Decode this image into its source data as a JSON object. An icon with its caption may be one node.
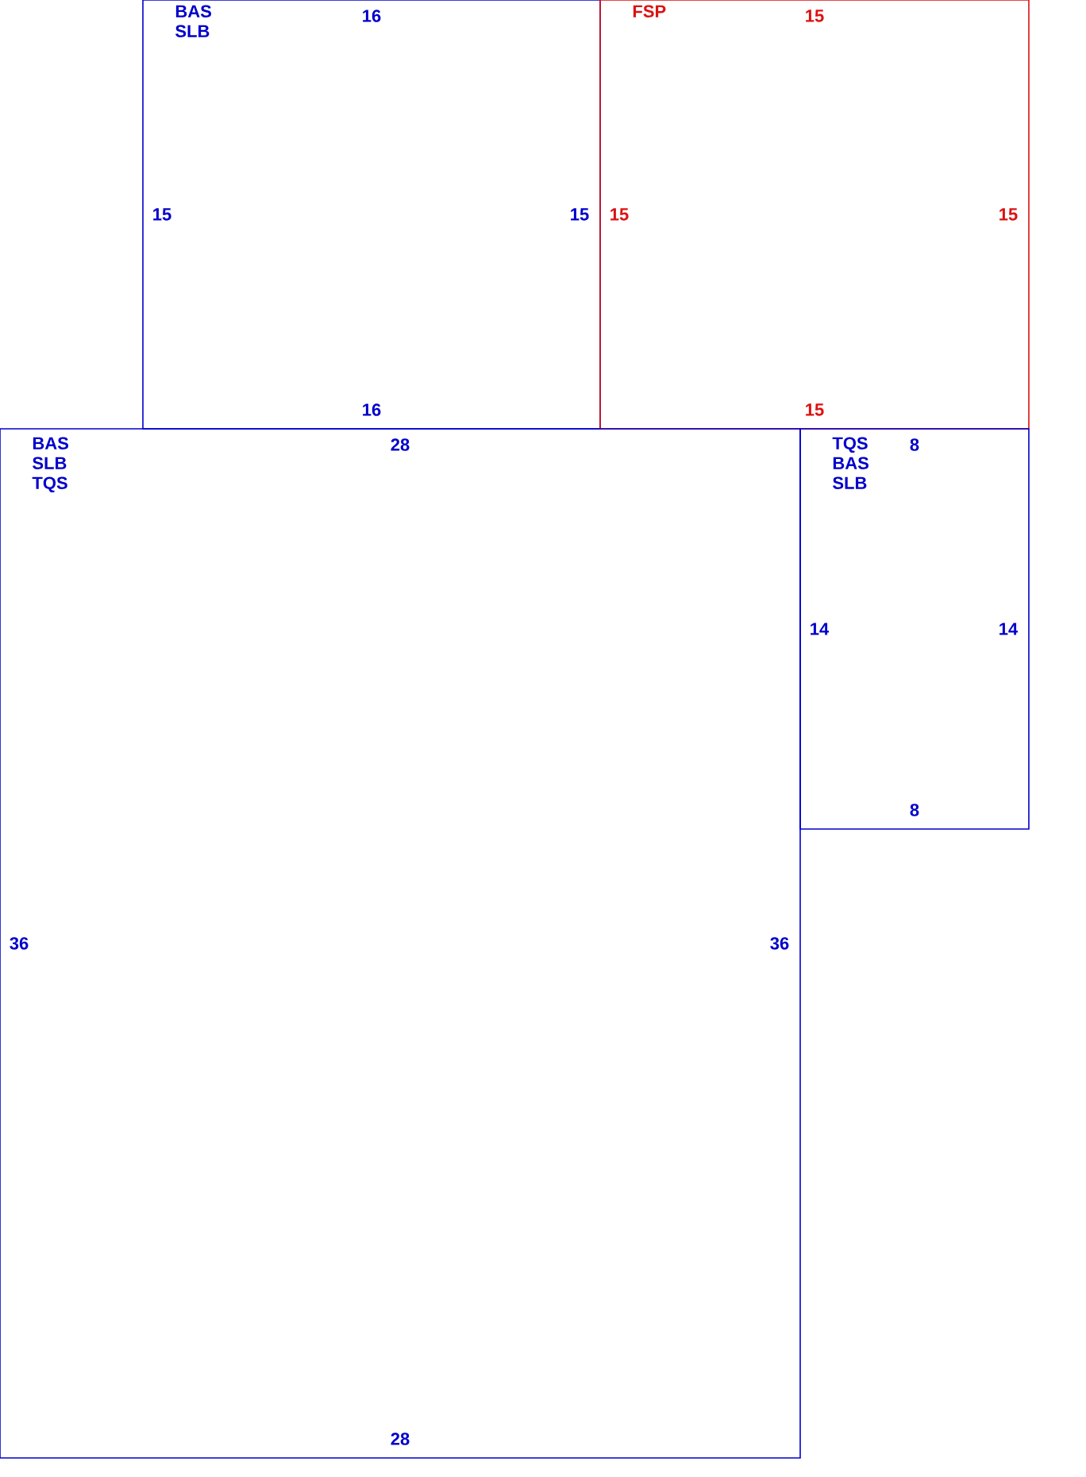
{
  "diagram": {
    "nodes": [
      {
        "text": [
          "BAS SLB",
          "16",
          "15",
          "15",
          "16"
        ]
      },
      {
        "text": [
          "FSP",
          "15",
          "15",
          "15",
          "15"
        ]
      },
      {
        "text": [
          "BAS SLB TQS",
          "28",
          "36",
          "36",
          "28"
        ]
      },
      {
        "text": [
          "TQS BAS SLB",
          "8",
          "14",
          "14",
          "8"
        ]
      }
    ]
  }
}
